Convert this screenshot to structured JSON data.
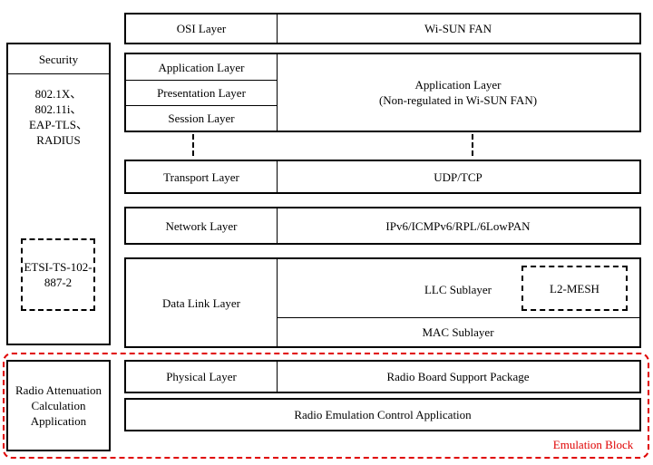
{
  "header": {
    "osi": "OSI Layer",
    "wisun": "Wi-SUN  FAN"
  },
  "upper": {
    "application": "Application Layer",
    "presentation": "Presentation Layer",
    "session": "Session Layer",
    "right_line1": "Application Layer",
    "right_line2": "(Non-regulated  in  Wi-SUN  FAN)"
  },
  "transport": {
    "left": "Transport Layer",
    "right": "UDP/TCP"
  },
  "network": {
    "left": "Network  Layer",
    "right": "IPv6/ICMPv6/RPL/6LowPAN"
  },
  "datalink": {
    "left": "Data Link  Layer",
    "llc": "LLC Sublayer",
    "mesh": "L2-MESH",
    "mac": "MAC Sublayer"
  },
  "physical": {
    "left": "Physical  Layer",
    "right": "Radio Board Support Package"
  },
  "control": "Radio Emulation Control Application",
  "security": {
    "title": "Security",
    "protocols": "802.1X、\n802.11i、\nEAP-TLS、\nRADIUS",
    "etsi": "ETSI-TS-102-\n887-2"
  },
  "attenuation": "Radio Attenuation\nCalculation\nApplication",
  "emulation_label": "Emulation Block",
  "colors": {
    "emulation": "#e00000",
    "line": "#000000"
  }
}
